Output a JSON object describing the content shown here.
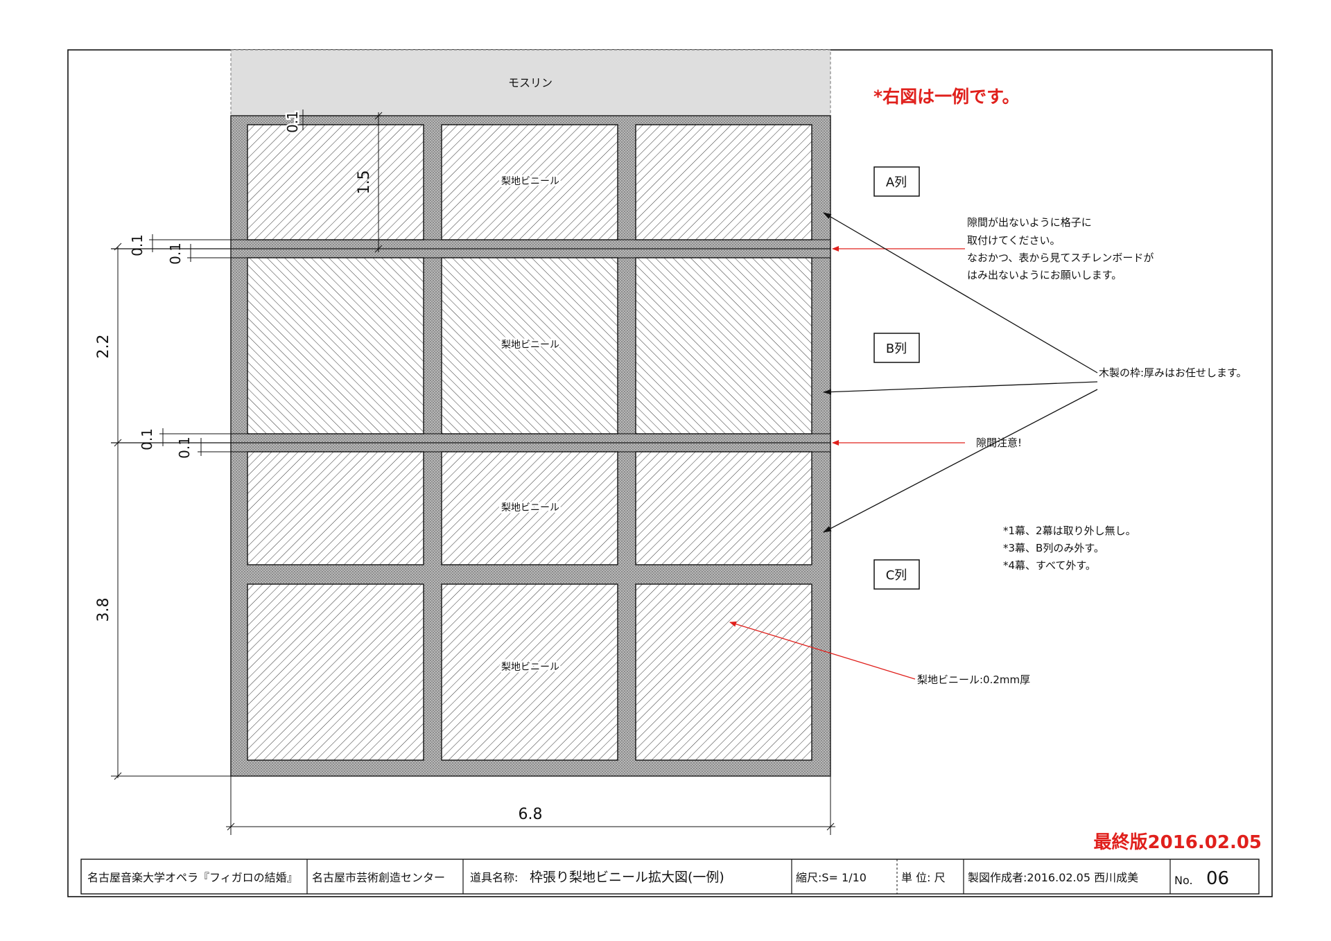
{
  "drawing": {
    "top_fabric_label": "モスリン",
    "panel_label": "梨地ビニール",
    "example_note": "*右図は一例です。",
    "row_labels": [
      "A列",
      "B列",
      "C列"
    ],
    "dimensions": {
      "width": "6.8",
      "row_a_height": "1.5",
      "row_b_height": "2.2",
      "row_c_height": "3.8",
      "gap": "0.1"
    },
    "callouts": {
      "grid_fit_note": [
        "隙間が出ないように格子に",
        "取付けてください。",
        "なおかつ、表から見てスチレンボードが",
        "はみ出ないようにお願いします。"
      ],
      "frame_note": "木製の枠:厚みはお任せします。",
      "gap_caution": "隙間注意!",
      "vinyl_spec": "梨地ビニール:0.2mm厚",
      "removal_notes": [
        "*1幕、2幕は取り外し無し。",
        "*3幕、B列のみ外す。",
        "*4幕、すべて外す。"
      ]
    },
    "final_version": "最終版2016.02.05"
  },
  "title_block": {
    "production": "名古屋音楽大学オペラ『フィガロの結婚』",
    "venue": "名古屋市芸術創造センター",
    "prop_name_label": "道具名称:",
    "prop_name": "枠張り梨地ビニール拡大図(一例)",
    "scale": "縮尺:S= 1/10",
    "unit": "単 位: 尺",
    "drafter": "製図作成者:2016.02.05 西川成美",
    "number_label": "No.",
    "number": "06"
  },
  "colors": {
    "annotation_red": "#e0201c",
    "frame_gray": "#a6a6a6",
    "muslin_gray": "#dedede",
    "line": "#111111"
  }
}
